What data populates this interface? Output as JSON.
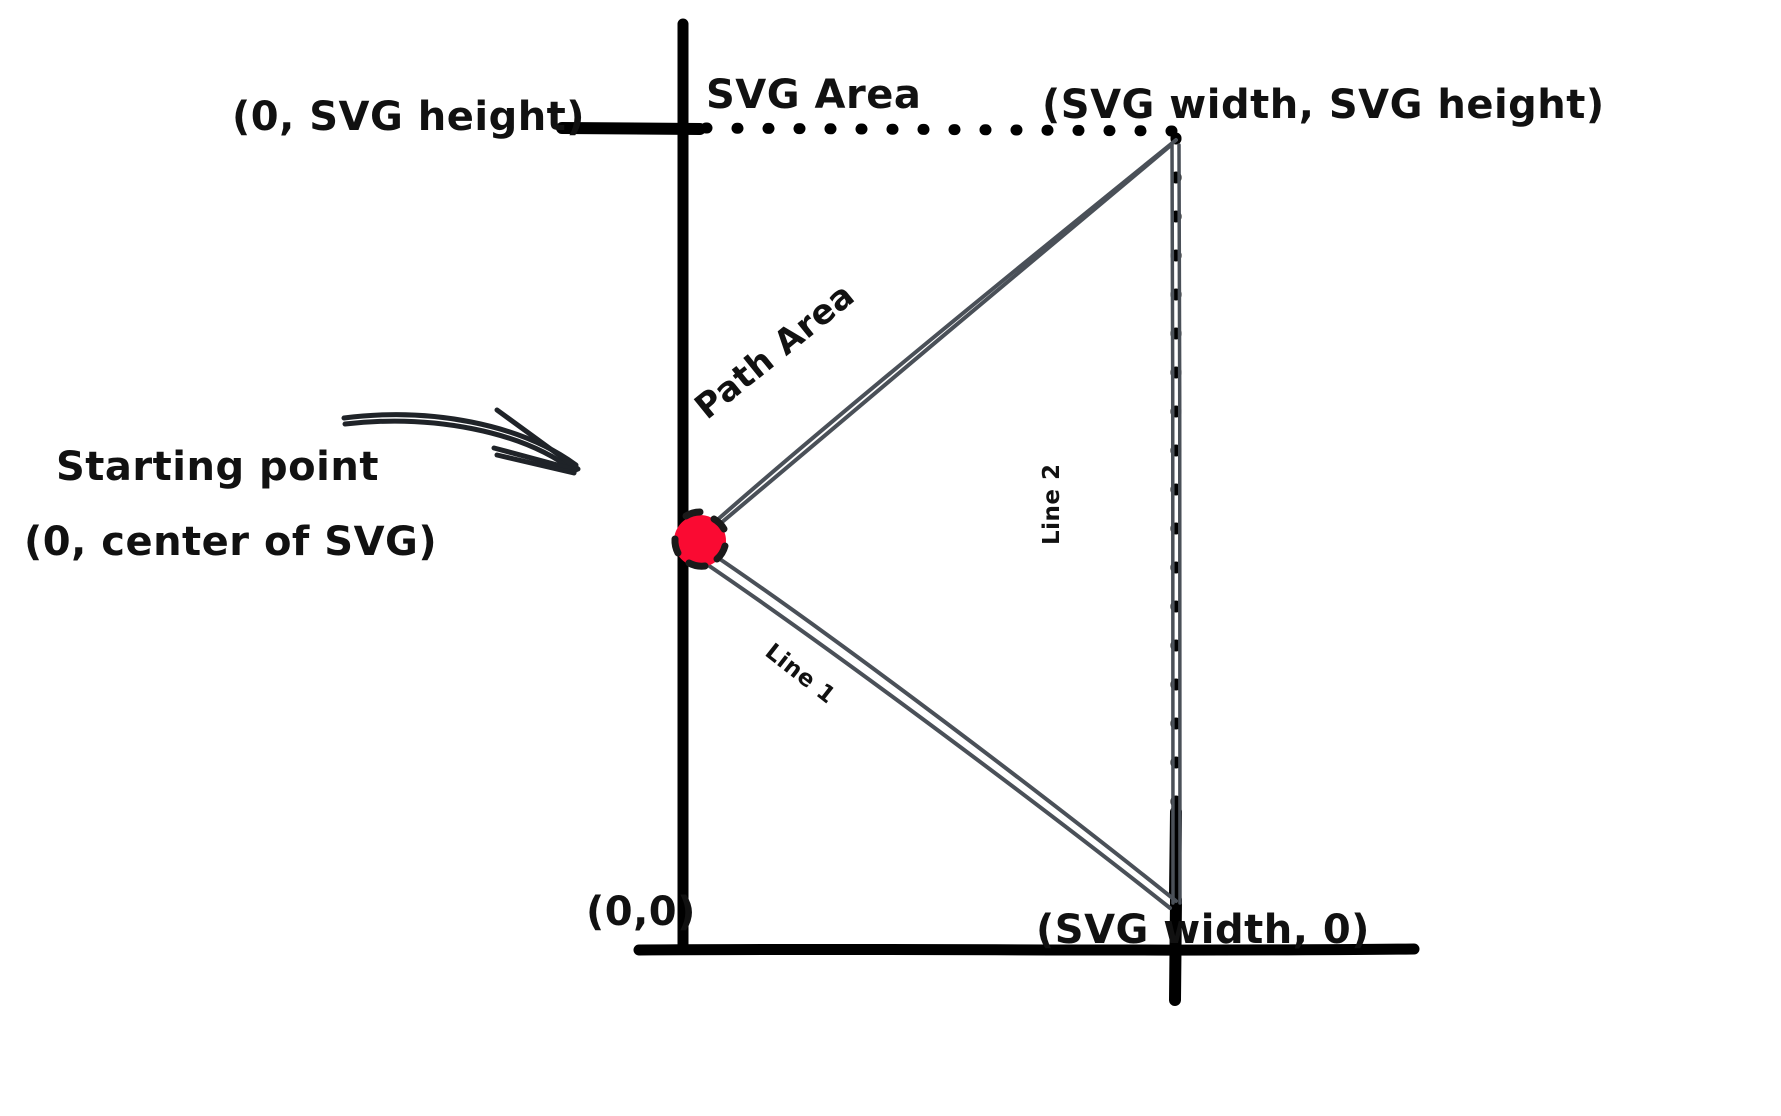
{
  "diagram": {
    "title": "SVG coordinate system and path area sketch",
    "style": "hand-drawn whiteboard sketch",
    "colors": {
      "background": "#ffffff",
      "axis": "#000000",
      "text": "#111111",
      "path_stroke": "#4A5058",
      "start_point": "#FA0A32",
      "start_point_outline": "#1a1a1a"
    },
    "labels": {
      "top_left_corner": "(0, SVG height)",
      "svg_area": "SVG Area",
      "top_right_corner": "(SVG width, SVG height)",
      "starting_point_line1": "Starting point",
      "starting_point_line2": "(0, center of SVG)",
      "path_area": "Path Area",
      "line_1": "Line 1",
      "line_2": "Line 2",
      "origin": "(0,0)",
      "bottom_right_corner": "(SVG width, 0)"
    },
    "points": {
      "origin": "(0,0)",
      "start": "(0, center of SVG)",
      "top_right": "(SVG width, SVG height)",
      "bottom_right": "(SVG width, 0)",
      "top_left": "(0, SVG height)"
    }
  }
}
